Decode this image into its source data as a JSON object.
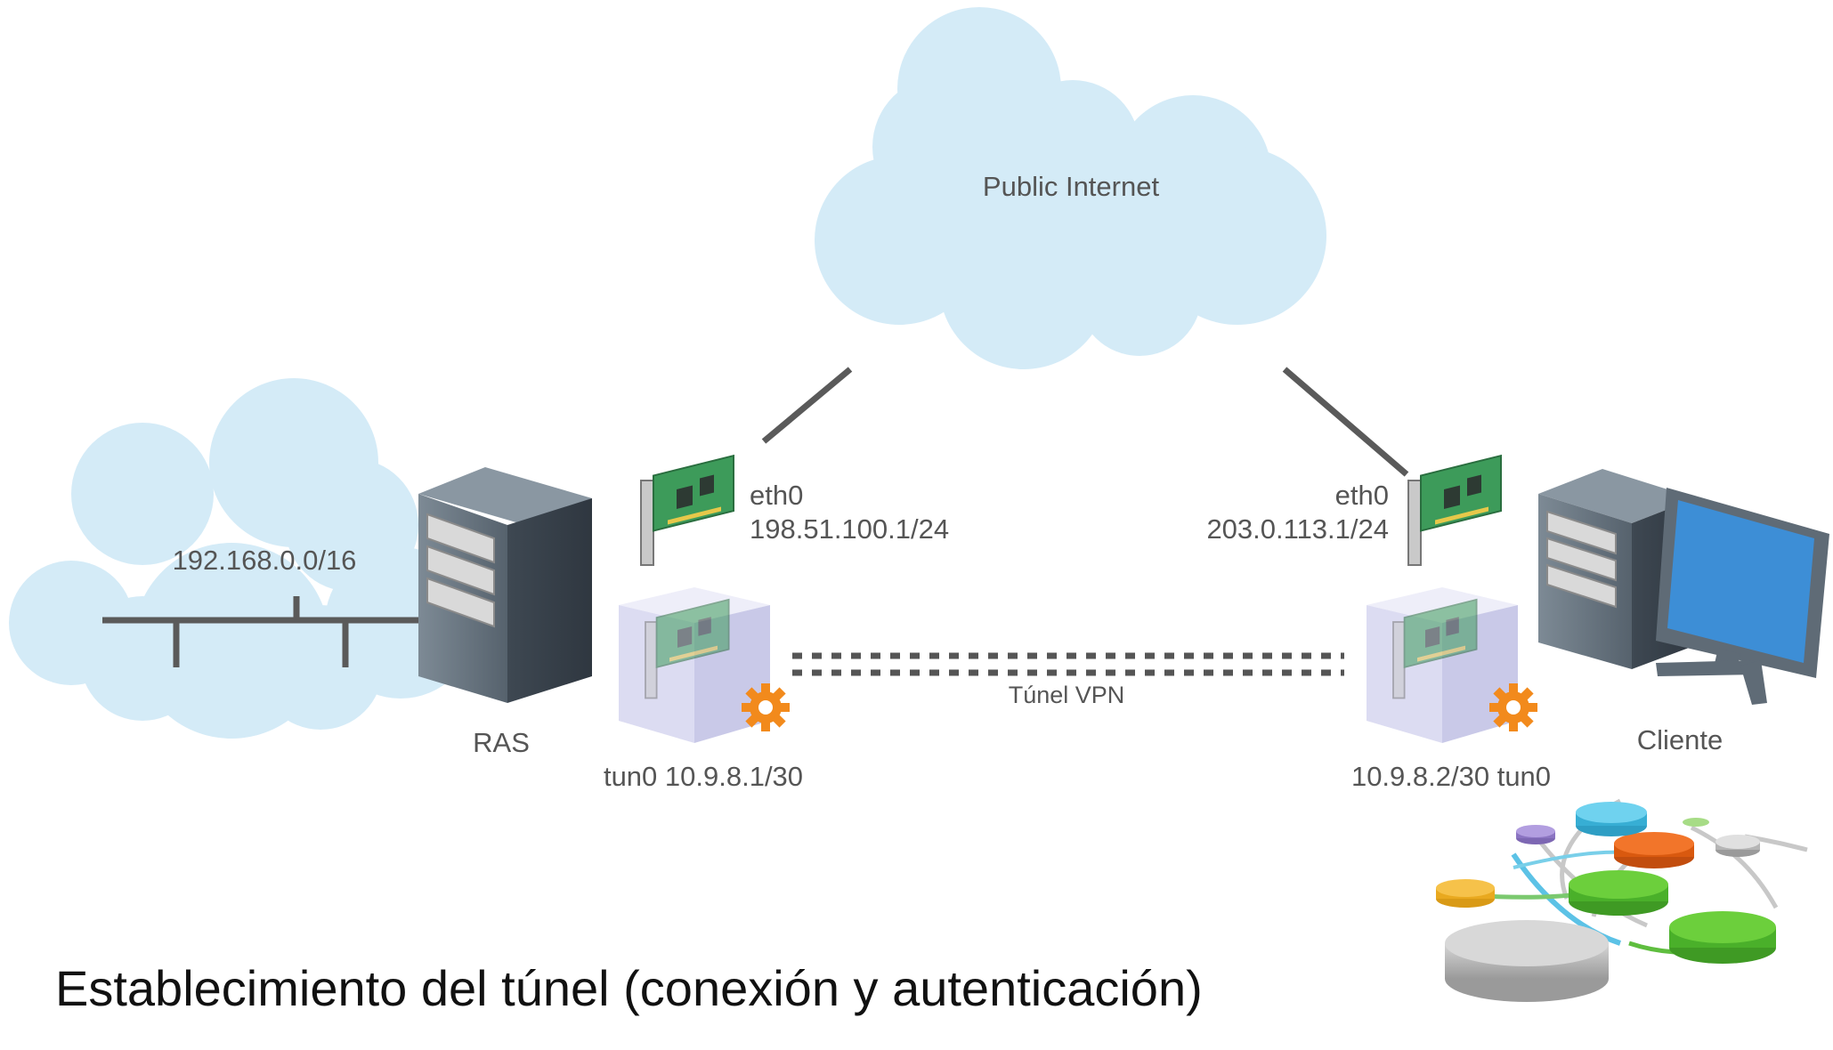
{
  "diagram": {
    "cloud_public_label": "Public Internet",
    "lan": {
      "network_label": "192.168.0.0/16"
    },
    "ras": {
      "label": "RAS",
      "eth0_name": "eth0",
      "eth0_ip": "198.51.100.1/24",
      "tun_label": "tun0 10.9.8.1/30"
    },
    "client": {
      "label": "Cliente",
      "eth0_name": "eth0",
      "eth0_ip": "203.0.113.1/24",
      "tun_label": "10.9.8.2/30 tun0"
    },
    "tunnel_label": "Túnel VPN",
    "caption": "Establecimiento del túnel (conexión y autenticación)"
  },
  "colors": {
    "cloud": "#d4ebf7",
    "link": "#5a5a5a",
    "server_dark": "#4a5560",
    "server_light": "#6c7a86",
    "nic_board": "#3d9b5a",
    "tun_box": "#dcdcf2",
    "gear": "#f28a1c",
    "monitor_screen": "#3d8ed6",
    "text": "#555555"
  }
}
